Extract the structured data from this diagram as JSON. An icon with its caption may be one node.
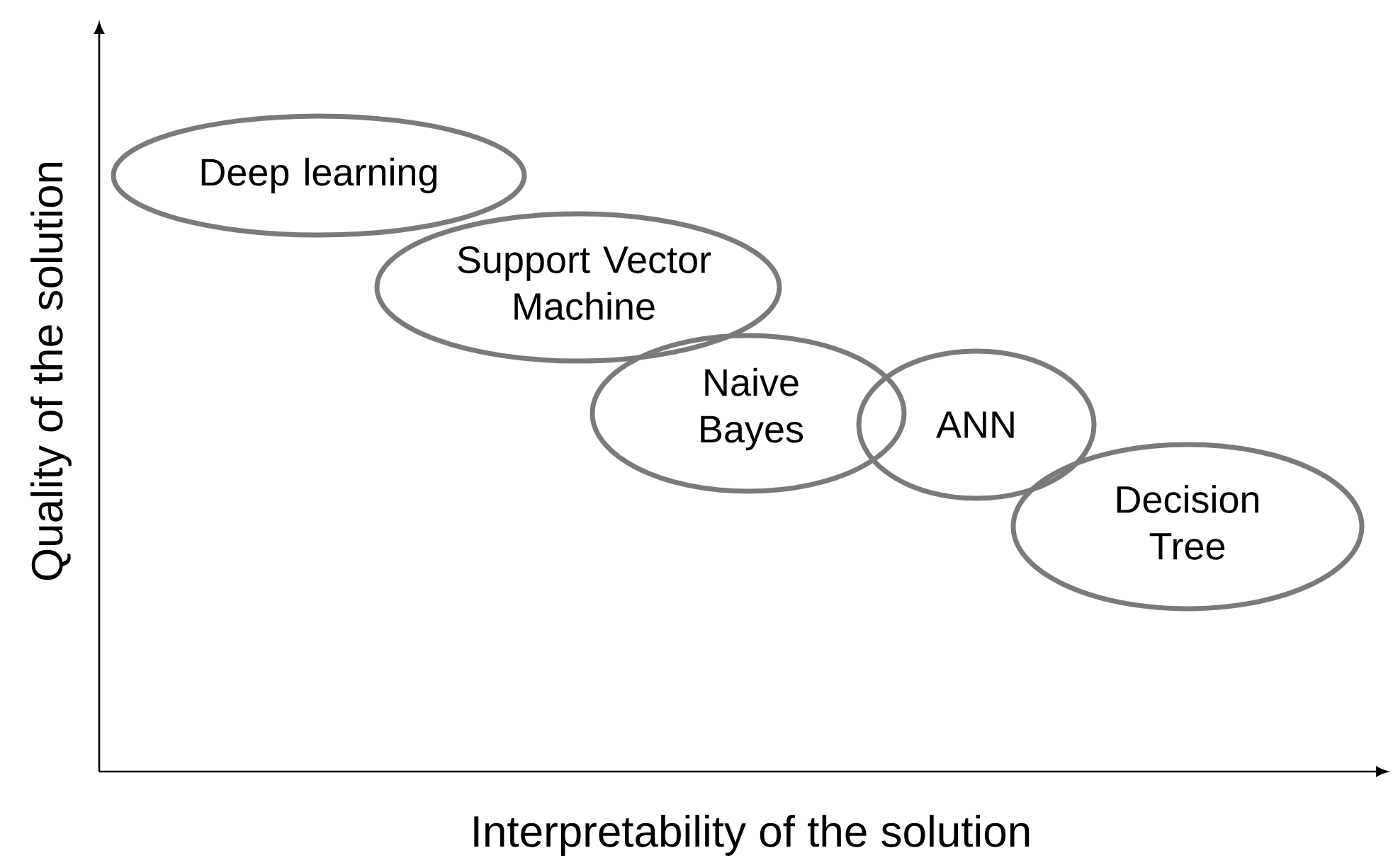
{
  "diagram": {
    "nodes": [
      {
        "text": [
          "Deep learning"
        ]
      },
      {
        "text": [
          "Support Vector Machine"
        ]
      },
      {
        "text": [
          "Naive Bayes"
        ]
      },
      {
        "text": [
          "ANN"
        ]
      },
      {
        "text": [
          "Decision Tree"
        ]
      }
    ],
    "labels": [
      "Quality of the solution",
      "Interpretability of the solution"
    ]
  }
}
